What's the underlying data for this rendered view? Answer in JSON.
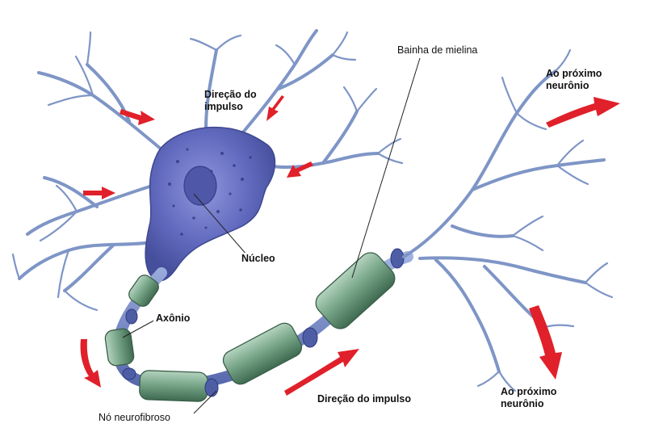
{
  "diagram": {
    "labels": {
      "direcao_topo": "Direção do impulso",
      "bainha": "Bainha de mielina",
      "proximo_topo": "Ao próximo neurônio",
      "nucleo": "Núcleo",
      "axonio": "Axônio",
      "direcao_base": "Direção do impulso",
      "proximo_base": "Ao próximo neurônio",
      "no": "Nó neurofibroso"
    },
    "colors": {
      "cell_body": "#5b63b8",
      "dendrite": "#7e95c6",
      "myelin": "#6f9c7e",
      "node": "#4e5ea4",
      "arrow": "#e0202a",
      "leader": "#222222"
    }
  }
}
